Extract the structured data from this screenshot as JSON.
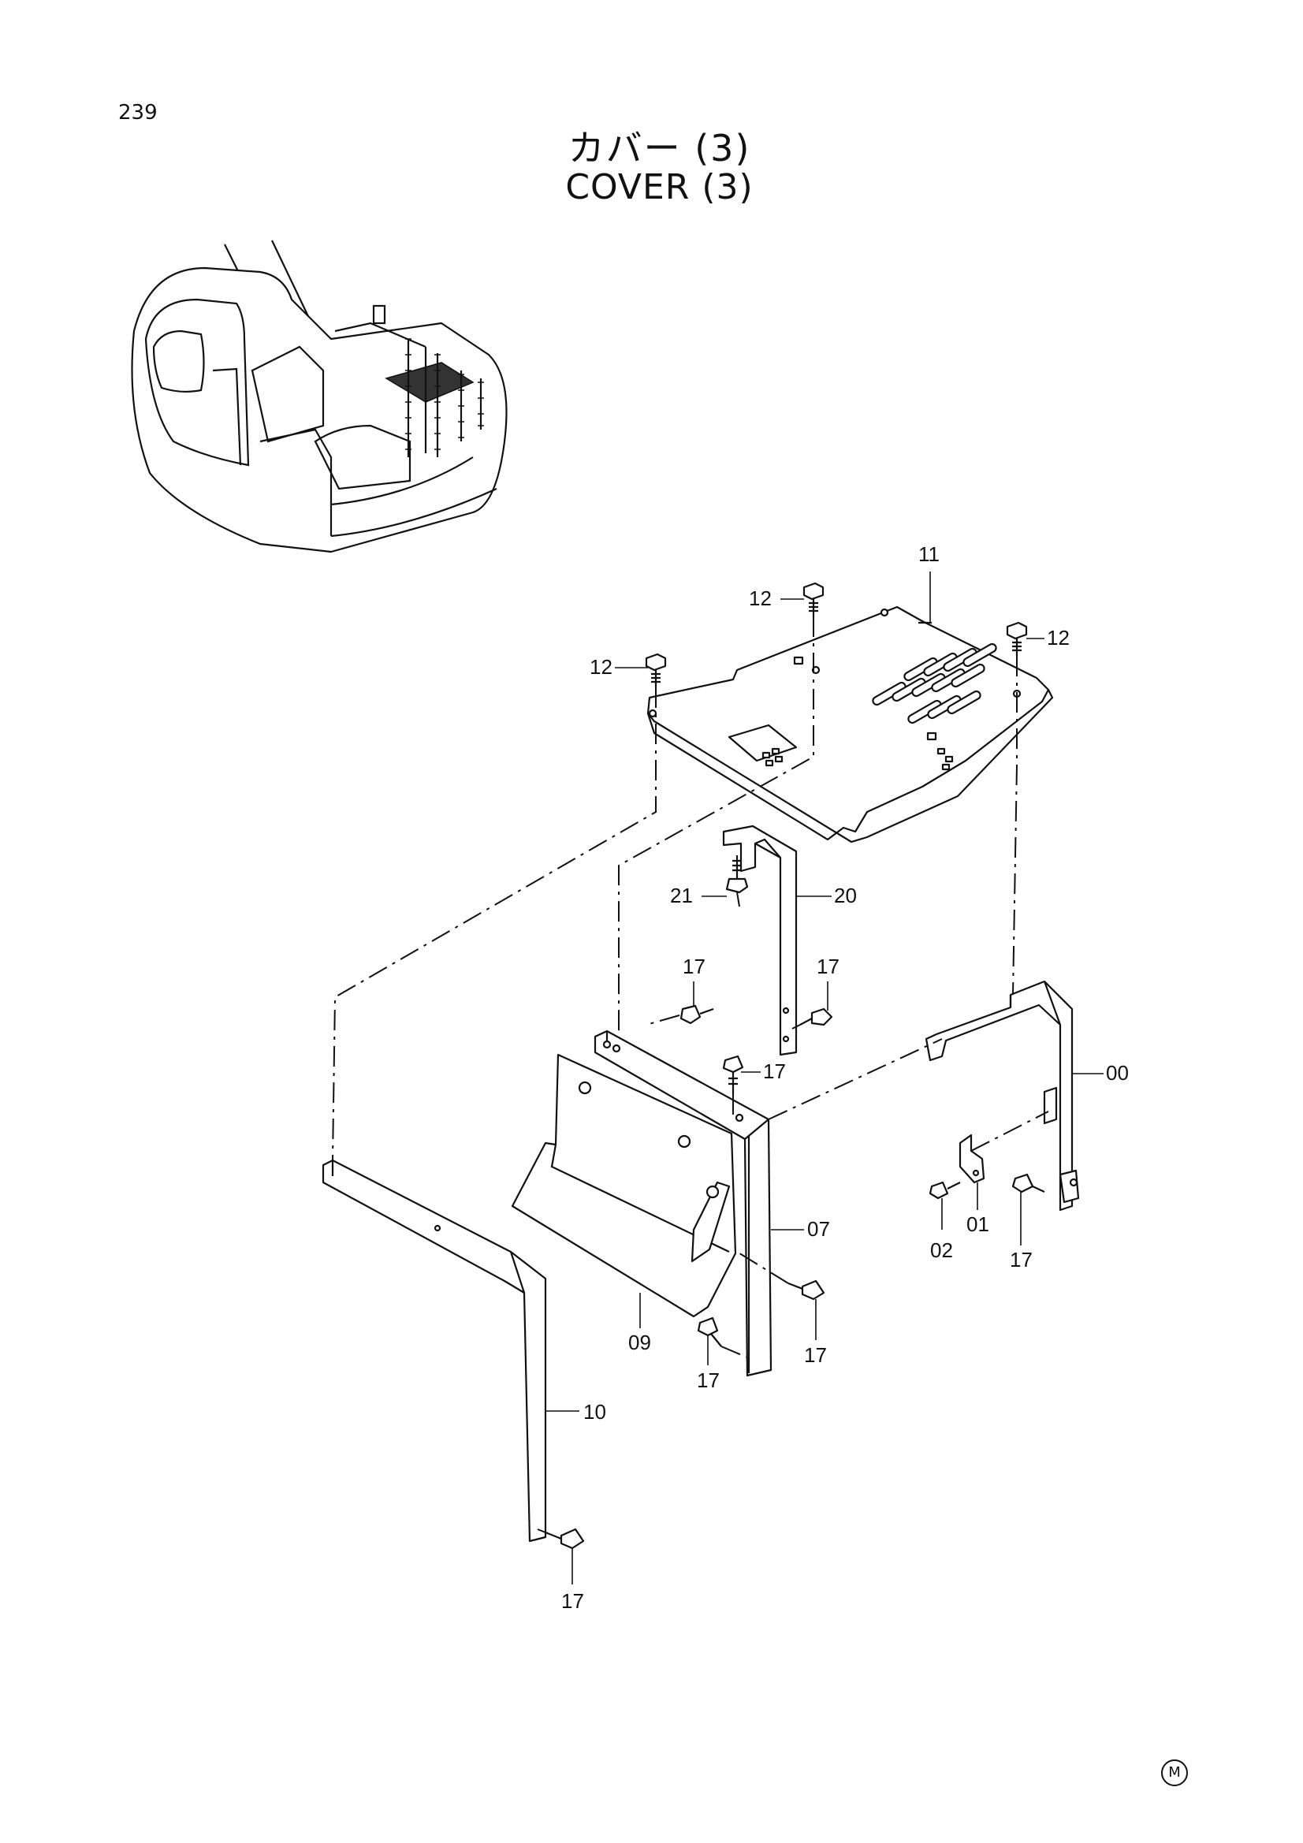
{
  "page": {
    "number": "239",
    "mark": "M"
  },
  "title": {
    "jp": "カバー (3)",
    "en": "COVER (3)"
  },
  "callouts": {
    "c11": "11",
    "c12a": "12",
    "c12b": "12",
    "c12c": "12",
    "c21": "21",
    "c20": "20",
    "c17a": "17",
    "c17b": "17",
    "c17c": "17",
    "c00": "00",
    "c01": "01",
    "c02": "02",
    "c17d": "17",
    "c07": "07",
    "c09": "09",
    "c17e": "17",
    "c17f": "17",
    "c10": "10",
    "c17g": "17"
  }
}
